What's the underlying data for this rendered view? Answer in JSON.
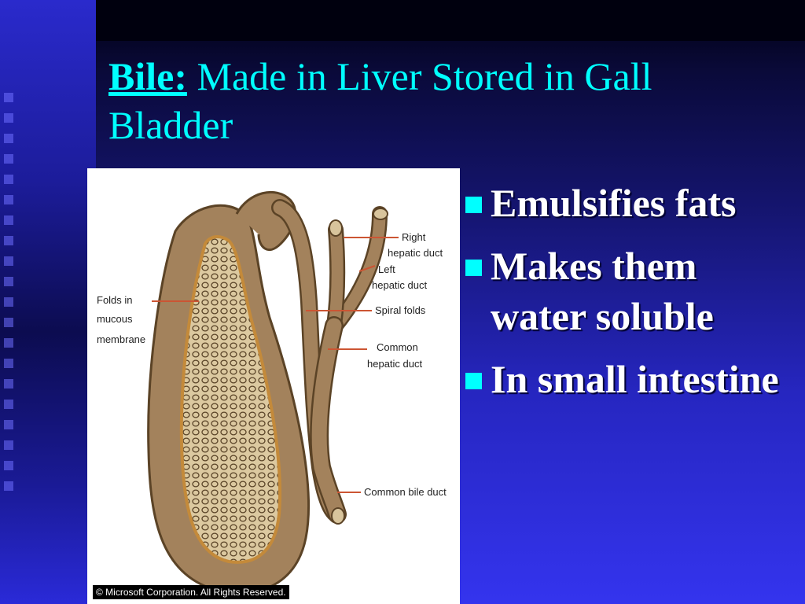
{
  "slide": {
    "title_bold": "Bile:",
    "title_rest": " Made in Liver Stored in Gall Bladder"
  },
  "figure": {
    "labels": {
      "folds": [
        "Folds in",
        "mucous",
        "membrane"
      ],
      "right_duct": [
        "Right",
        "hepatic duct"
      ],
      "left_duct": [
        "Left",
        "hepatic duct"
      ],
      "spiral": "Spiral folds",
      "common_hepatic": [
        "Common",
        "hepatic duct"
      ],
      "common_bile": "Common bile duct"
    },
    "copyright": "© Microsoft Corporation. All Rights Reserved."
  },
  "bullets": [
    {
      "text": "Emulsifies fats"
    },
    {
      "text": "Makes them water soluble"
    },
    {
      "text": "In small intestine"
    }
  ],
  "colors": {
    "title": "#00ffff",
    "bullet_marker": "#00ffff",
    "bullet_text": "#ffffff",
    "bladder_fill": "#a0805a",
    "mucosa_fill": "#d8c49c",
    "leader_line": "#cc5533"
  }
}
